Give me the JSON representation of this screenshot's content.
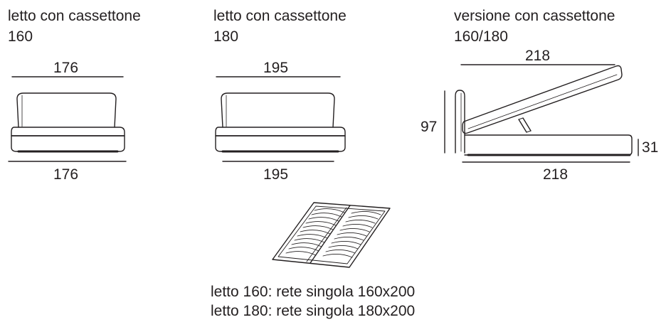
{
  "bed_160": {
    "title_line1": "letto con cassettone",
    "title_line2": "160",
    "dim_top": "176",
    "dim_bottom": "176"
  },
  "bed_180": {
    "title_line1": "letto con cassettone",
    "title_line2": "180",
    "dim_top": "195",
    "dim_bottom": "195"
  },
  "storage_version": {
    "title_line1": "versione con cassettone",
    "title_line2": "160/180",
    "dim_length_top": "218",
    "dim_height": "97",
    "dim_base_height": "31",
    "dim_length_bottom": "218"
  },
  "slat_base": {
    "caption_line1": "letto 160: rete singola 160x200",
    "caption_line2": "letto 180: rete singola 180x200"
  },
  "colors": {
    "line": "#231f20",
    "background": "#ffffff"
  }
}
